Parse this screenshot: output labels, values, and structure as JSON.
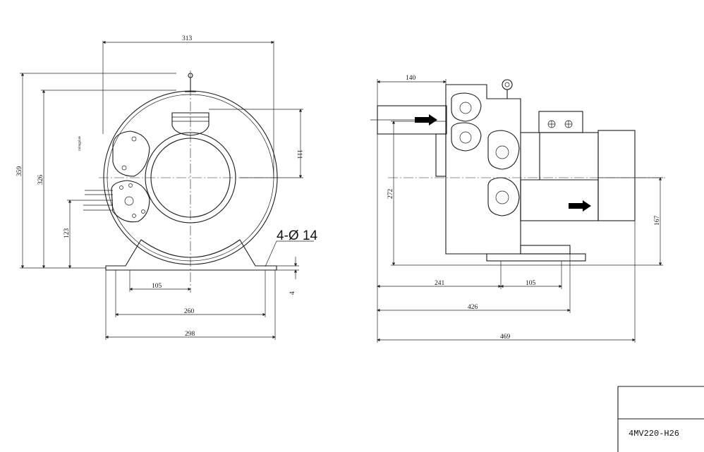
{
  "drawing": {
    "model": "4MV220-H26",
    "hole_callout": "4-Ø 14",
    "front_view": {
      "width_top": "313",
      "height_total": "359",
      "height_body": "326",
      "inlet_height": "111",
      "shaft_height": "123",
      "foot_offset": "105",
      "foot_holes": "260",
      "foot_width": "298",
      "foot_thick": "4"
    },
    "side_view": {
      "inlet_offset": "140",
      "height_center": "272",
      "motor_height": "167",
      "dim_241": "241",
      "dim_105": "105",
      "dim_426": "426",
      "dim_469": "469"
    }
  }
}
